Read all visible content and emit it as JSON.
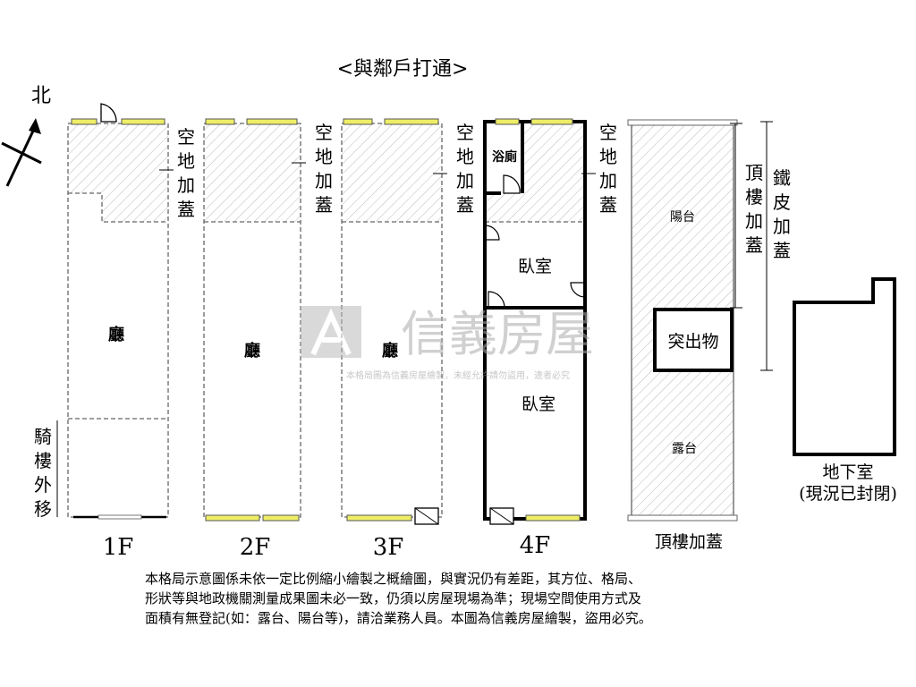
{
  "title": "<與鄰戶打通>",
  "north_label": "北",
  "floors": {
    "f1": {
      "label": "1F",
      "room_hall": "廳",
      "extension": [
        "空",
        "地",
        "加",
        "蓋"
      ],
      "arcade": [
        "騎",
        "樓",
        "外",
        "移"
      ]
    },
    "f2": {
      "label": "2F",
      "room_hall": "廳",
      "extension": [
        "空",
        "地",
        "加",
        "蓋"
      ]
    },
    "f3": {
      "label": "3F",
      "room_hall": "廳",
      "extension": [
        "空",
        "地",
        "加",
        "蓋"
      ]
    },
    "f4": {
      "label": "4F",
      "bath": "浴廁",
      "bedroom1": "臥室",
      "bedroom2": "臥室",
      "extension": [
        "空",
        "地",
        "加",
        "蓋"
      ]
    },
    "roof": {
      "label": "頂樓加蓋",
      "balcony": "陽台",
      "protrusion": "突出物",
      "terrace": "露台",
      "roof_ext": [
        "頂",
        "樓",
        "加",
        "蓋"
      ],
      "iron_ext": [
        "鐵",
        "皮",
        "加",
        "蓋"
      ]
    },
    "basement": {
      "label": "地下室",
      "status": "(現況已封閉)"
    }
  },
  "watermark": {
    "brand": "信義房屋",
    "notice": "本格局圖為信義房屋繪製，未經允許請勿盜用，違者必究"
  },
  "disclaimer": [
    "本格局示意圖係未依一定比例縮小繪製之概繪圖，與實況仍有差距，其方位、格局、",
    "形狀等與地政機關測量成果圖未必一致，仍須以房屋現場為準；現場空間使用方式及",
    "面積有無登記(如：露台、陽台等)，請洽業務人員。本圖為信義房屋繪製，盜用必究。"
  ]
}
